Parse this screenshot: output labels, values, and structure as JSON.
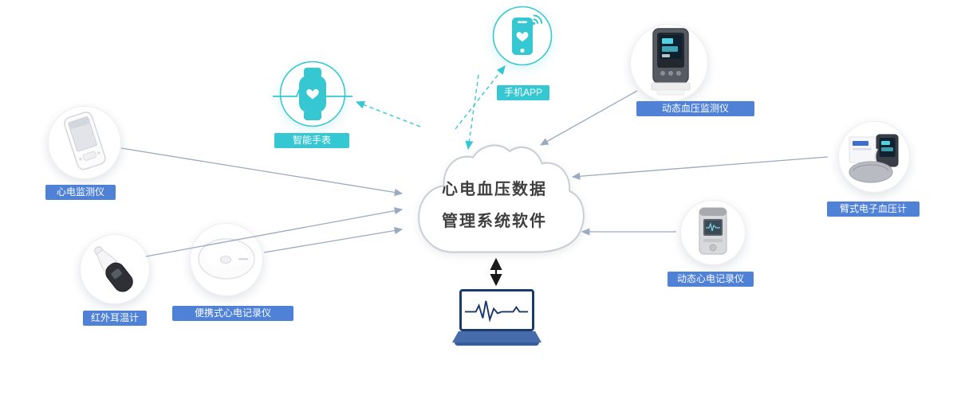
{
  "colors": {
    "teal": "#35c7d2",
    "blue": "#4f81d6",
    "arrow": "#9aaac0",
    "cloud_stroke": "#c9ced6",
    "laptop_navy": "#1d3a6d",
    "laptop_blue": "#476cab"
  },
  "cloud": {
    "line1": "心电血压数据",
    "line2": "管理系统软件"
  },
  "labels": {
    "ecg_monitor": "心电监测仪",
    "ear_thermometer": "红外耳温计",
    "ecg_patch": "便携式心电记录仪",
    "smartwatch": "智能手表",
    "phone_app": "手机APP",
    "abpm": "动态血压监测仪",
    "bp_meter": "臂式电子血压计",
    "holter": "动态心电记录仪"
  },
  "icons": {
    "cloud": "cloud-platform",
    "smartwatch": "watch-heart-ecg",
    "phone_app": "smartphone-heart-signal",
    "laptop": "laptop-ecg-waveform",
    "connectors": "device-to-cloud-arrows"
  }
}
